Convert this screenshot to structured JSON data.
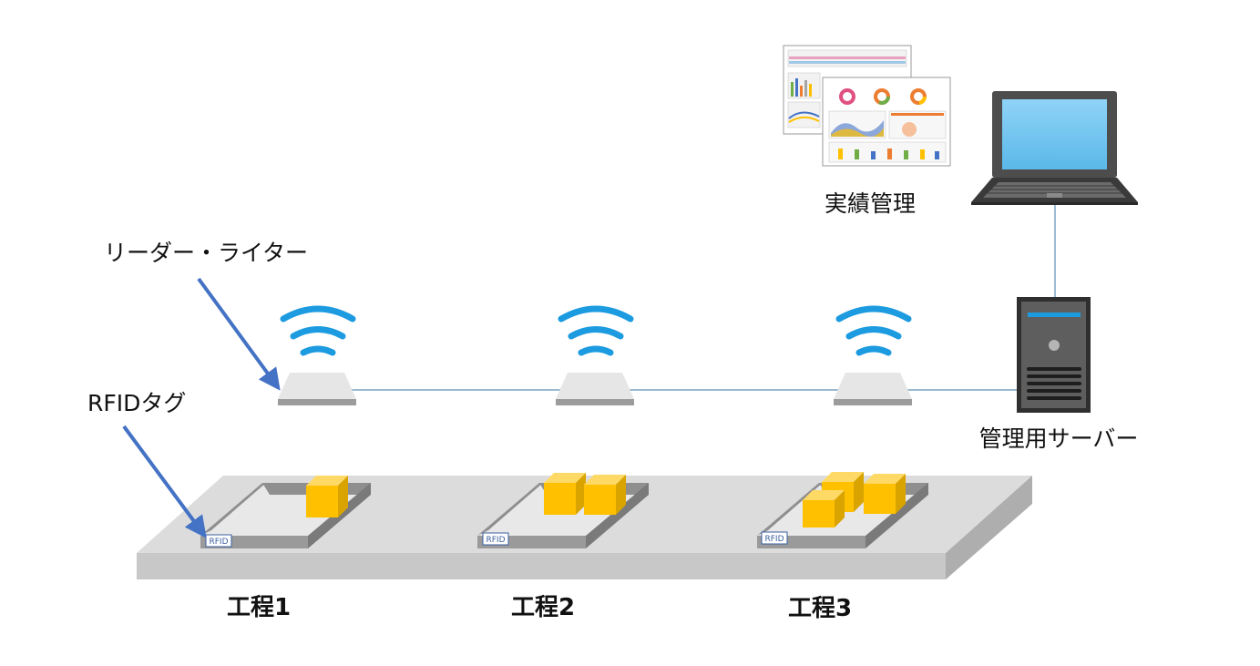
{
  "labels": {
    "reader_writer": "リーダー・ライター",
    "rfid_tag": "RFIDタグ",
    "performance": "実績管理",
    "server": "管理用サーバー"
  },
  "stations": [
    {
      "name": "工程1",
      "tag": "RFID"
    },
    {
      "name": "工程2",
      "tag": "RFID"
    },
    {
      "name": "工程3",
      "tag": "RFID"
    }
  ],
  "colors": {
    "accent_blue": "#1c9be0",
    "arrow_blue": "#4472c4",
    "box_yellow": "#ffc000",
    "conveyor": "#d9d9d9"
  }
}
